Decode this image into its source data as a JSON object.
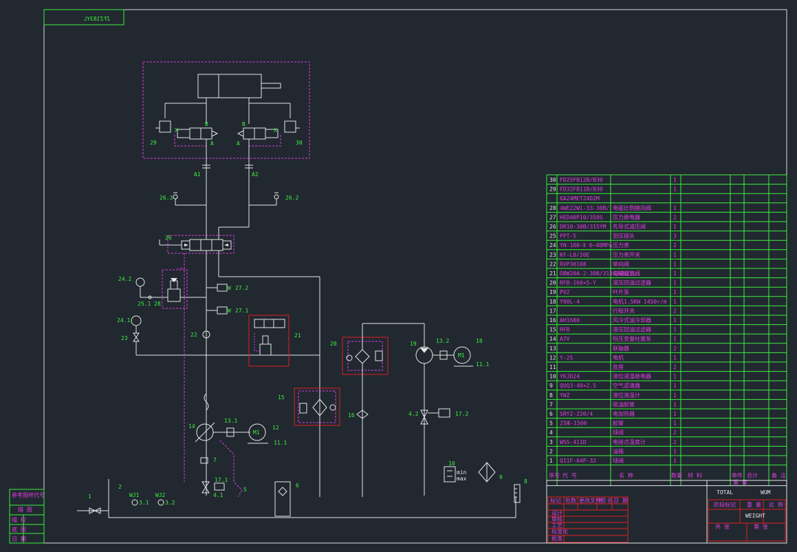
{
  "drawing": {
    "title_mirrored": "ZFZ183YL",
    "left_labels": [
      "参考图样代号",
      "描 图",
      "描 校",
      "底 图",
      "日 期"
    ]
  },
  "labels": {
    "n29": "29",
    "n30": "30",
    "B": "B",
    "A": "A",
    "X": "X",
    "A1": "A1",
    "A2": "A2",
    "n26_3": "26.3",
    "n26_2": "26.2",
    "n26": "26",
    "n24_2": "24.2",
    "n25_1": "25.1",
    "n28": "28",
    "n27_2": "27.2",
    "n27_1": "27.1",
    "n24_1": "24.1",
    "n23": "23",
    "n22": "22",
    "n21": "21",
    "n20": "20",
    "n19": "19",
    "n13_2": "13.2",
    "n18": "18",
    "M1": "M1",
    "n11_1": "11.1",
    "n15": "15",
    "n16": "16",
    "n4_2": "4.2",
    "n17_2": "17.2",
    "n14": "14",
    "n13_1": "13.1",
    "n12": "12",
    "n7": "7",
    "n17_1": "17.1",
    "n4_1": "4.1",
    "n5": "5",
    "n6": "6",
    "n10": "10",
    "min": "min",
    "max": "max",
    "n9": "9",
    "n8": "8",
    "n1": "1",
    "n2": "2",
    "WJ1": "WJ1",
    "WJ2": "WJ2",
    "n3_1": "3.1",
    "n3_2": "3.2",
    "W": "W"
  },
  "bom": {
    "rows": [
      {
        "no": "30",
        "code": "FD25FB12B/B30",
        "name": "",
        "qty": "1"
      },
      {
        "no": "29",
        "code": "FD32FB11B/B30",
        "name": "",
        "qty": "1"
      },
      {
        "no": "",
        "code": "6A24METZ4D2M",
        "name": "",
        "qty": ""
      },
      {
        "no": "28",
        "code": "4WE22W1-33-30B/",
        "name": "电磁比例换向阀",
        "qty": "1"
      },
      {
        "no": "27",
        "code": "HED40P10/350S",
        "name": "压力继电器",
        "qty": "2"
      },
      {
        "no": "26",
        "code": "DR10-30B/315YM",
        "name": "先导式减压阀",
        "qty": "1"
      },
      {
        "no": "25",
        "code": "PPT-5",
        "name": "测压接头",
        "qty": "3"
      },
      {
        "no": "24",
        "code": "YN-100-Ⅱ 0~40MPa",
        "name": "压力表",
        "qty": "2"
      },
      {
        "no": "23",
        "code": "KF-L8/20E",
        "name": "压力表开关",
        "qty": "1"
      },
      {
        "no": "22",
        "code": "RVP30108",
        "name": "单向阀",
        "qty": "1"
      },
      {
        "no": "21",
        "code": "DBW20A-2-30B/315G24NZ5L",
        "name": "电磁溢流阀",
        "qty": "1"
      },
      {
        "no": "20",
        "code": "RFB-160×5-Y",
        "name": "液压回油过滤器",
        "qty": "1"
      },
      {
        "no": "19",
        "code": "PV2",
        "name": "叶片泵",
        "qty": "1"
      },
      {
        "no": "18",
        "code": "Y90L-4",
        "name": "电机1.5KW 1450r/m",
        "qty": "1"
      },
      {
        "no": "17",
        "code": "",
        "name": "行程开关",
        "qty": "2"
      },
      {
        "no": "16",
        "code": "AH1680",
        "name": "风冷式油冷却器",
        "qty": "1"
      },
      {
        "no": "15",
        "code": "RFB",
        "name": "液压回油过滤器",
        "qty": "1"
      },
      {
        "no": "14",
        "code": "A7V",
        "name": "恒压变量柱塞泵",
        "qty": "1"
      },
      {
        "no": "13",
        "code": "",
        "name": "联轴器",
        "qty": "2"
      },
      {
        "no": "12",
        "code": "Y-25",
        "name": "电机",
        "qty": "1"
      },
      {
        "no": "11",
        "code": "",
        "name": "底座",
        "qty": "2"
      },
      {
        "no": "10",
        "code": "YKJD24",
        "name": "液位液温继电器",
        "qty": "1"
      },
      {
        "no": "9",
        "code": "QUQ3-40×2.5",
        "name": "空气滤清器",
        "qty": "1"
      },
      {
        "no": "8",
        "code": "YWZ",
        "name": "液位液温计",
        "qty": "1"
      },
      {
        "no": "7",
        "code": "",
        "name": "吸油胶管",
        "qty": "1"
      },
      {
        "no": "6",
        "code": "SRY2-220/4",
        "name": "电加热器",
        "qty": "1"
      },
      {
        "no": "5",
        "code": "25Ⅲ-1500",
        "name": "胶管",
        "qty": "1"
      },
      {
        "no": "4",
        "code": "",
        "name": "球阀",
        "qty": "2"
      },
      {
        "no": "3",
        "code": "WSS-411D",
        "name": "电接点温度计",
        "qty": "2"
      },
      {
        "no": "2",
        "code": "",
        "name": "油箱",
        "qty": "1"
      },
      {
        "no": "1",
        "code": "Q11F-64P-32",
        "name": "球阀",
        "qty": "1"
      }
    ],
    "header": {
      "no": "序号",
      "code": "代  号",
      "name": "名  称",
      "qty": "数量",
      "material": "材  料",
      "weight1": "单件",
      "weight2": "总计",
      "weight_sub": "重  量",
      "remark": "备 注"
    }
  },
  "titleblock": {
    "total": "TOTAL",
    "wum": "WUM",
    "weight": "WEIGHT",
    "marks": [
      "标记",
      "处数",
      "更改文件号",
      "签 名",
      "日 期"
    ],
    "roles": [
      "设计",
      "审核",
      "工艺",
      "标准化",
      "批准"
    ],
    "stage": "阶段标记",
    "weight_cn": "重 量",
    "scale": "比 例",
    "sheets": "共  张",
    "sheet": "第  张"
  }
}
